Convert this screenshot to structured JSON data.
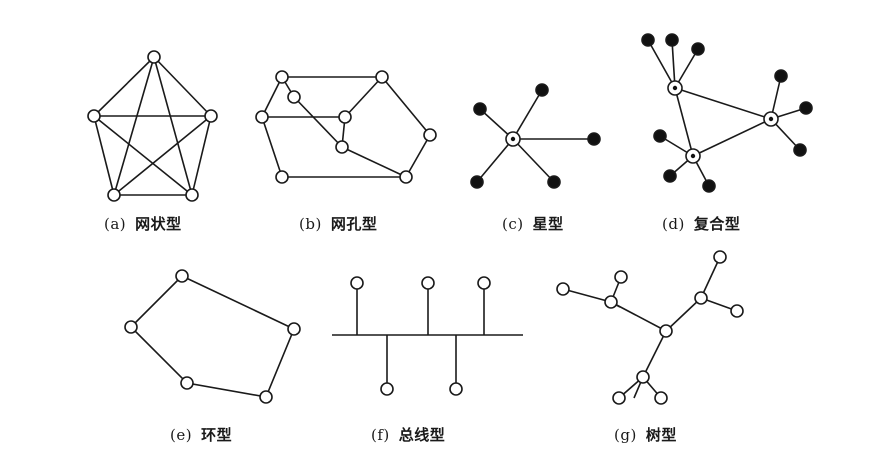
{
  "figure": {
    "panels": [
      {
        "tag": "(a)",
        "name": "网状型"
      },
      {
        "tag": "(b)",
        "name": "网孔型"
      },
      {
        "tag": "(c)",
        "name": "星型"
      },
      {
        "tag": "(d)",
        "name": "复合型"
      },
      {
        "tag": "(e)",
        "name": "环型"
      },
      {
        "tag": "(f)",
        "name": "总线型"
      },
      {
        "tag": "(g)",
        "name": "树型"
      }
    ]
  },
  "colors": {
    "line": "#1a1a1a",
    "node_fill_open": "#ffffff",
    "node_fill_solid": "#111111"
  }
}
